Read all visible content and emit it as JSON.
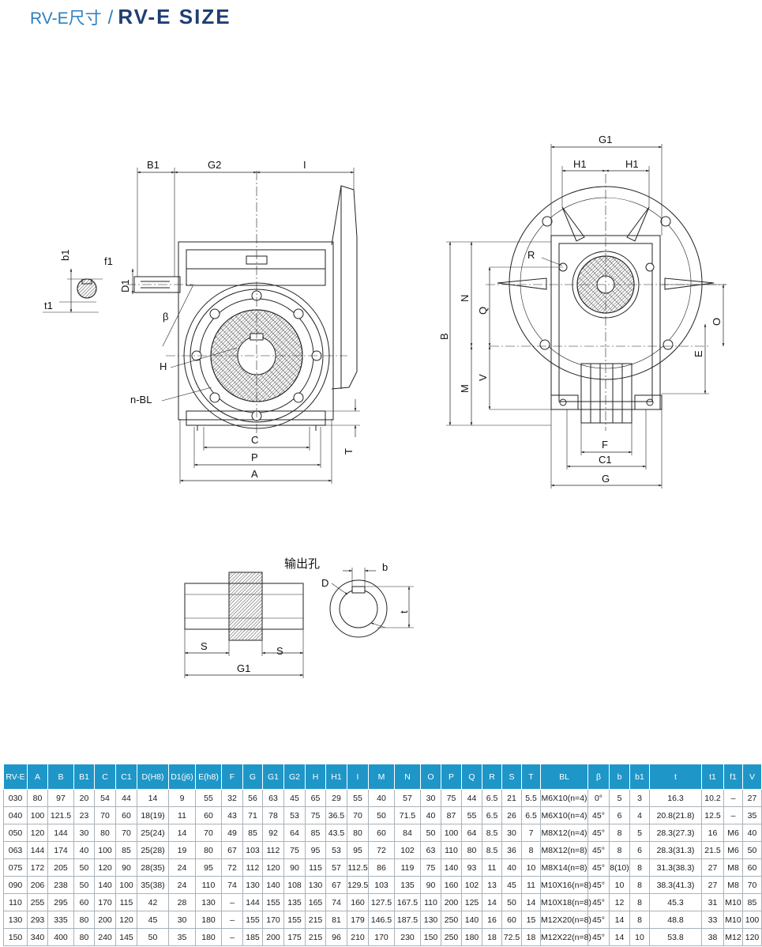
{
  "title": {
    "cn": "RV-E尺寸",
    "separator": "/",
    "en": "RV-E SIZE"
  },
  "drawing_labels": {
    "front": {
      "b1_top": "B1",
      "g2": "G2",
      "l": "I",
      "b1": "b1",
      "f1": "f1",
      "d1": "D1",
      "t1": "t1",
      "beta": "β",
      "h": "H",
      "nbl": "n-BL",
      "c": "C",
      "p": "P",
      "a": "A",
      "t": "T"
    },
    "side": {
      "g1": "G1",
      "h1a": "H1",
      "h1b": "H1",
      "r": "R",
      "n": "N",
      "q": "Q",
      "b": "B",
      "m": "M",
      "v": "V",
      "o": "O",
      "e": "E",
      "f": "F",
      "c1": "C1",
      "g": "G"
    },
    "bore": {
      "title": "输出孔",
      "b": "b",
      "d": "D",
      "t": "t",
      "s1": "S",
      "s2": "S",
      "g1": "G1"
    }
  },
  "table": {
    "headers": [
      "RV-E",
      "A",
      "B",
      "B1",
      "C",
      "C1",
      "D(H8)",
      "D1(j6)",
      "E(h8)",
      "F",
      "G",
      "G1",
      "G2",
      "H",
      "H1",
      "I",
      "M",
      "N",
      "O",
      "P",
      "Q",
      "R",
      "S",
      "T",
      "BL",
      "β",
      "b",
      "b1",
      "t",
      "t1",
      "f1",
      "V"
    ],
    "rows": [
      [
        "030",
        "80",
        "97",
        "20",
        "54",
        "44",
        "14",
        "9",
        "55",
        "32",
        "56",
        "63",
        "45",
        "65",
        "29",
        "55",
        "40",
        "57",
        "30",
        "75",
        "44",
        "6.5",
        "21",
        "5.5",
        "M6X10(n=4)",
        "0°",
        "5",
        "3",
        "16.3",
        "10.2",
        "–",
        "27"
      ],
      [
        "040",
        "100",
        "121.5",
        "23",
        "70",
        "60",
        "18(19)",
        "11",
        "60",
        "43",
        "71",
        "78",
        "53",
        "75",
        "36.5",
        "70",
        "50",
        "71.5",
        "40",
        "87",
        "55",
        "6.5",
        "26",
        "6.5",
        "M6X10(n=4)",
        "45°",
        "6",
        "4",
        "20.8(21.8)",
        "12.5",
        "–",
        "35"
      ],
      [
        "050",
        "120",
        "144",
        "30",
        "80",
        "70",
        "25(24)",
        "14",
        "70",
        "49",
        "85",
        "92",
        "64",
        "85",
        "43.5",
        "80",
        "60",
        "84",
        "50",
        "100",
        "64",
        "8.5",
        "30",
        "7",
        "M8X12(n=4)",
        "45°",
        "8",
        "5",
        "28.3(27.3)",
        "16",
        "M6",
        "40"
      ],
      [
        "063",
        "144",
        "174",
        "40",
        "100",
        "85",
        "25(28)",
        "19",
        "80",
        "67",
        "103",
        "112",
        "75",
        "95",
        "53",
        "95",
        "72",
        "102",
        "63",
        "110",
        "80",
        "8.5",
        "36",
        "8",
        "M8X12(n=8)",
        "45°",
        "8",
        "6",
        "28.3(31.3)",
        "21.5",
        "M6",
        "50"
      ],
      [
        "075",
        "172",
        "205",
        "50",
        "120",
        "90",
        "28(35)",
        "24",
        "95",
        "72",
        "112",
        "120",
        "90",
        "115",
        "57",
        "112.5",
        "86",
        "119",
        "75",
        "140",
        "93",
        "11",
        "40",
        "10",
        "M8X14(n=8)",
        "45°",
        "8(10)",
        "8",
        "31.3(38.3)",
        "27",
        "M8",
        "60"
      ],
      [
        "090",
        "206",
        "238",
        "50",
        "140",
        "100",
        "35(38)",
        "24",
        "110",
        "74",
        "130",
        "140",
        "108",
        "130",
        "67",
        "129.5",
        "103",
        "135",
        "90",
        "160",
        "102",
        "13",
        "45",
        "11",
        "M10X16(n=8)",
        "45°",
        "10",
        "8",
        "38.3(41.3)",
        "27",
        "M8",
        "70"
      ],
      [
        "110",
        "255",
        "295",
        "60",
        "170",
        "115",
        "42",
        "28",
        "130",
        "–",
        "144",
        "155",
        "135",
        "165",
        "74",
        "160",
        "127.5",
        "167.5",
        "110",
        "200",
        "125",
        "14",
        "50",
        "14",
        "M10X18(n=8)",
        "45°",
        "12",
        "8",
        "45.3",
        "31",
        "M10",
        "85"
      ],
      [
        "130",
        "293",
        "335",
        "80",
        "200",
        "120",
        "45",
        "30",
        "180",
        "–",
        "155",
        "170",
        "155",
        "215",
        "81",
        "179",
        "146.5",
        "187.5",
        "130",
        "250",
        "140",
        "16",
        "60",
        "15",
        "M12X20(n=8)",
        "45°",
        "14",
        "8",
        "48.8",
        "33",
        "M10",
        "100"
      ],
      [
        "150",
        "340",
        "400",
        "80",
        "240",
        "145",
        "50",
        "35",
        "180",
        "–",
        "185",
        "200",
        "175",
        "215",
        "96",
        "210",
        "170",
        "230",
        "150",
        "250",
        "180",
        "18",
        "72.5",
        "18",
        "M12X22(n=8)",
        "45°",
        "14",
        "10",
        "53.8",
        "38",
        "M12",
        "120"
      ]
    ]
  }
}
